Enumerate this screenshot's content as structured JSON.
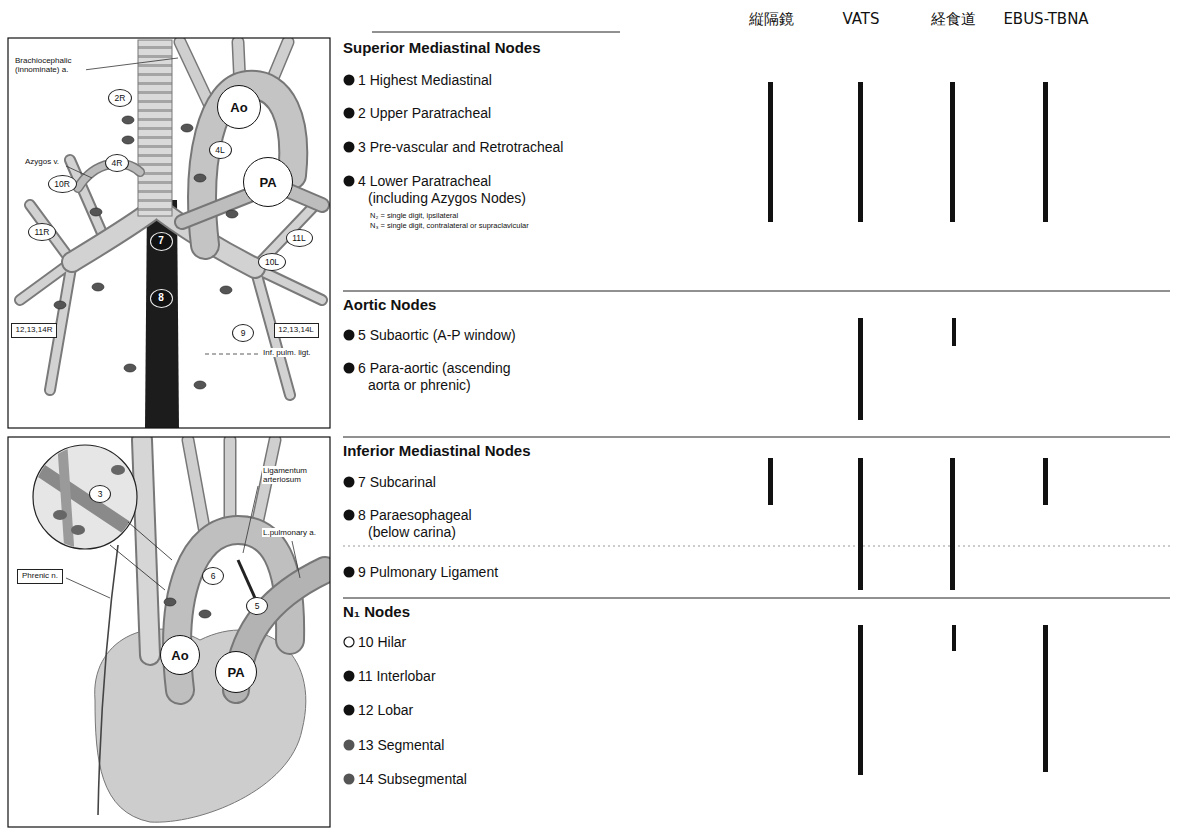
{
  "diagram": {
    "nodes": [
      {
        "text": [
          "2R"
        ]
      },
      {
        "text": [
          "Ao"
        ]
      },
      {
        "text": [
          "4L"
        ]
      },
      {
        "text": [
          "4R"
        ]
      },
      {
        "text": [
          "PA"
        ]
      },
      {
        "text": [
          "10R"
        ]
      },
      {
        "text": [
          "11R"
        ]
      },
      {
        "text": [
          "11L"
        ]
      },
      {
        "text": [
          "7"
        ]
      },
      {
        "text": [
          "10L"
        ]
      },
      {
        "text": [
          "8"
        ]
      },
      {
        "text": [
          "12,13,14R"
        ]
      },
      {
        "text": [
          "12,13,14L"
        ]
      },
      {
        "text": [
          "9"
        ]
      },
      {
        "text": [
          "3"
        ]
      },
      {
        "text": [
          "Phrenic n."
        ]
      },
      {
        "text": [
          "6"
        ]
      },
      {
        "text": [
          "5"
        ]
      },
      {
        "text": [
          "Ao"
        ]
      },
      {
        "text": [
          "PA"
        ]
      }
    ],
    "labels": [
      "縦隔鏡",
      "VATS",
      "経食道",
      "EBUS-TBNA",
      "Superior Mediastinal Nodes",
      "1 Highest Mediastinal",
      "2 Upper Paratracheal",
      "3 Pre-vascular and Retrotracheal",
      "4 Lower Paratracheal (including Azygos Nodes)",
      "N₂ = single digit, ipsilateral",
      "N₃ = single digit, contralateral or supraclavicular",
      "Aortic Nodes",
      "5 Subaortic (A-P window)",
      "6 Para-aortic (ascending aorta or phrenic)",
      "Inferior Mediastinal Nodes",
      "7 Subcarinal",
      "8 Paraesophageal (below carina)",
      "9 Pulmonary Ligament",
      "N₁ Nodes",
      "10 Hilar",
      "11 Interlobar",
      "12 Lobar",
      "13 Segmental",
      "14 Subsegmental",
      "Brachiocephalic (innominate) a.",
      "Azygos v.",
      "Inf. pulm. ligt.",
      "Ligamentum arteriosum",
      "L.pulmonary a."
    ]
  }
}
